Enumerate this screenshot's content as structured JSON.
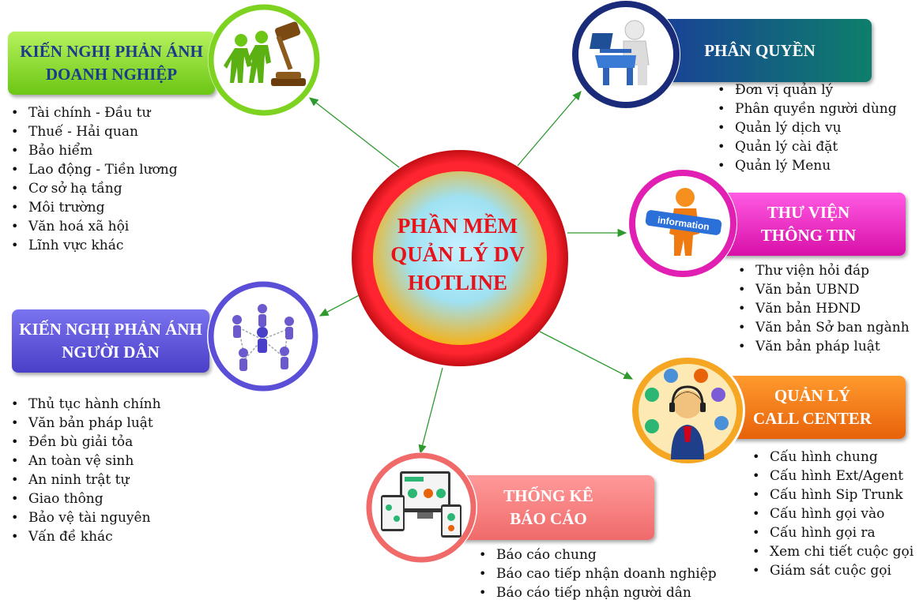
{
  "center": {
    "title_lines": [
      "PHẦN MỀM",
      "QUẢN LÝ DV",
      "HOTLINE"
    ]
  },
  "nodes": {
    "doanh_nghiep": {
      "title_lines": [
        "KIẾN NGHỊ PHẢN ÁNH",
        "DOANH NGHIỆP"
      ],
      "color": "#7ed321",
      "icon": "gavel-handshake-icon",
      "items": [
        "Tài chính - Đầu tư",
        "Thuế - Hải quan",
        "Bảo hiểm",
        "Lao động - Tiền lương",
        "Cơ sở hạ tầng",
        "Môi trường",
        "Văn hoá xã hội",
        "Lĩnh vực khác"
      ]
    },
    "phan_quyen": {
      "title_lines": [
        "PHÂN QUYỀN"
      ],
      "color": "#0d7f6b",
      "icon": "computer-user-icon",
      "items": [
        "Đơn vị quản lý",
        "Phân quyền người dùng",
        "Quản lý dịch vụ",
        "Quản lý cài đặt",
        "Quản lý Menu"
      ]
    },
    "thu_vien": {
      "title_lines": [
        "THƯ VIỆN",
        "THÔNG TIN"
      ],
      "color": "#e21fb3",
      "icon": "information-person-icon",
      "items": [
        "Thư viện hỏi đáp",
        "Văn bản UBND",
        "Văn bản HĐND",
        "Văn bản Sở ban ngành",
        "Văn bản pháp luật"
      ]
    },
    "nguoi_dan": {
      "title_lines": [
        "KIẾN NGHỊ PHẢN ÁNH",
        "NGƯỜI DÂN"
      ],
      "color": "#5b4fd8",
      "icon": "people-network-icon",
      "items": [
        "Thủ tục hành chính",
        "Văn bản pháp luật",
        "Đền bù giải tỏa",
        "An toàn vệ sinh",
        "An ninh trật tự",
        "Giao thông",
        "Bảo vệ tài nguyên",
        "Vấn đề khác"
      ]
    },
    "call_center": {
      "title_lines": [
        "QUẢN LÝ",
        "CALL CENTER"
      ],
      "color": "#f07a12",
      "icon": "call-center-agent-icon",
      "items": [
        "Cấu hình chung",
        "Cấu hình Ext/Agent",
        "Cấu hình Sip Trunk",
        "Cấu hình gọi vào",
        "Cấu hình gọi ra",
        "Xem chi tiết cuộc gọi",
        "Giám sát cuộc gọi"
      ]
    },
    "bao_cao": {
      "title_lines": [
        "THỐNG KÊ",
        "BÁO CÁO"
      ],
      "color": "#f07878",
      "icon": "devices-dashboard-icon",
      "items": [
        "Báo cáo chung",
        "Báo cao tiếp nhận doanh nghiệp",
        "Báo cáo tiếp nhận người dân"
      ]
    }
  },
  "colors": {
    "center_ring": "#e8121a",
    "connector": "#2e9a2e"
  }
}
